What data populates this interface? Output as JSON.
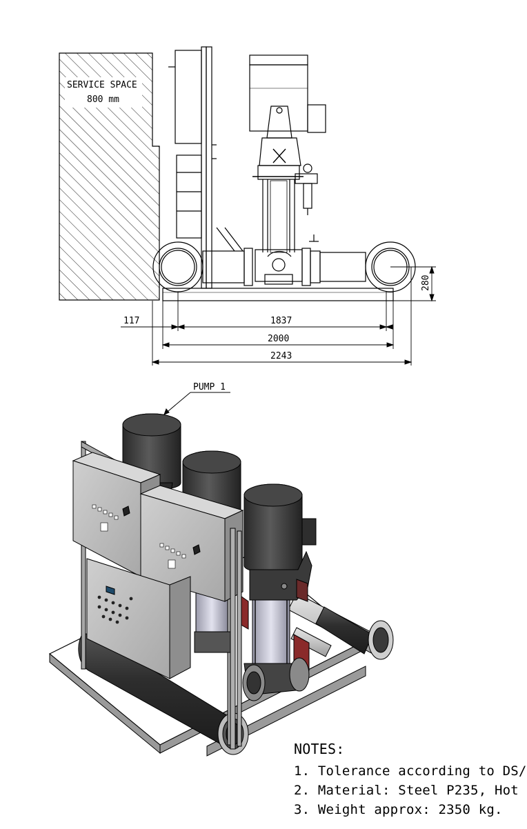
{
  "side_view": {
    "service_space_label": "SERVICE SPACE",
    "service_space_size": "800 mm",
    "dimensions": {
      "offset": "117",
      "pump_spacing": "1837",
      "frame_length": "2000",
      "overall_length": "2243",
      "height": "280"
    }
  },
  "iso_view": {
    "callout_label": "PUMP 1"
  },
  "notes": {
    "title": "NOTES:",
    "items": [
      "1. Tolerance according to DS/",
      "2. Material: Steel P235, Hot",
      "3. Weight approx: 2350 kg."
    ]
  },
  "colors": {
    "line": "#000000",
    "panel_gray": "#b8b8b8",
    "motor_dark": "#3a3a3a",
    "pipe_dark": "#2e2e2e",
    "pump_body": "#c9c9d9",
    "valve_red": "#8a2a2a",
    "frame_gray": "#9a9a9a"
  }
}
